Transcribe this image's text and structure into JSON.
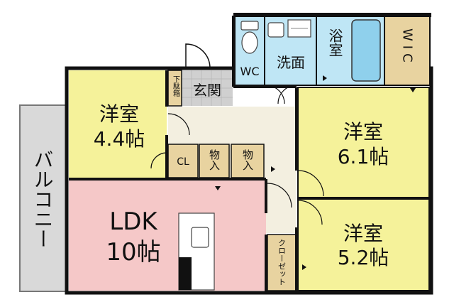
{
  "floorplan": {
    "colors": {
      "wall": "#111111",
      "balcony": "#d9d9d9",
      "western_room": "#f5f29a",
      "ldk": "#f5c8c8",
      "wet_area": "#bfe6f5",
      "storage": "#e8d3a0",
      "hall": "#f3efe0",
      "entrance_tile": "#d0d0d0"
    },
    "rooms": {
      "balcony": {
        "label": "バルコニー"
      },
      "ldk": {
        "name": "LDK",
        "size": "10帖"
      },
      "western_room_1": {
        "name": "洋室",
        "size": "4.4帖"
      },
      "western_room_2": {
        "name": "洋室",
        "size": "6.1帖"
      },
      "western_room_3": {
        "name": "洋室",
        "size": "5.2帖"
      },
      "entrance": {
        "label": "玄関"
      },
      "shoe_box": {
        "label": "下駄箱"
      },
      "toilet": {
        "label": "WC"
      },
      "washroom": {
        "label": "洗面"
      },
      "bathroom": {
        "label": "浴室"
      },
      "walk_in_closet": {
        "label": "WIC"
      },
      "closet_small": {
        "label": "CL"
      },
      "storage_1": {
        "label": "物入"
      },
      "storage_2": {
        "label": "物入"
      },
      "closet_tall": {
        "label": "クローゼット"
      }
    }
  }
}
